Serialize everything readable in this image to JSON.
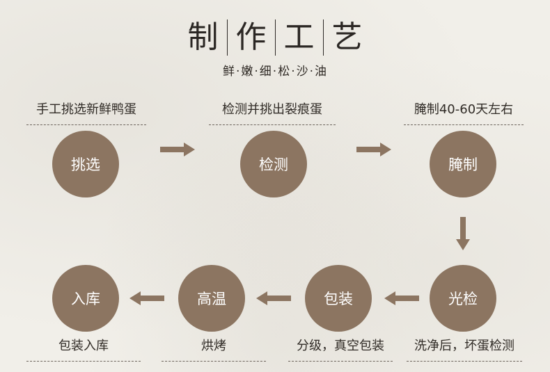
{
  "title": {
    "chars": [
      "制",
      "作",
      "工",
      "艺"
    ]
  },
  "subtitle": {
    "chars": [
      "鲜",
      "嫩",
      "细",
      "松",
      "沙",
      "油"
    ],
    "separator": "·"
  },
  "steps": [
    {
      "label": "挑选",
      "caption": "手工挑选新鲜鸭蛋"
    },
    {
      "label": "检测",
      "caption": "检测并挑出裂痕蛋"
    },
    {
      "label": "腌制",
      "caption": "腌制40-60天左右"
    },
    {
      "label": "光检",
      "caption": "洗净后，坏蛋检测"
    },
    {
      "label": "包装",
      "caption": "分级，真空包装"
    },
    {
      "label": "高温",
      "caption": "烘烤"
    },
    {
      "label": "入库",
      "caption": "包装入库"
    }
  ],
  "colors": {
    "node": "#8c7561",
    "arrow": "#8c7561",
    "text": "#2f2a25"
  }
}
